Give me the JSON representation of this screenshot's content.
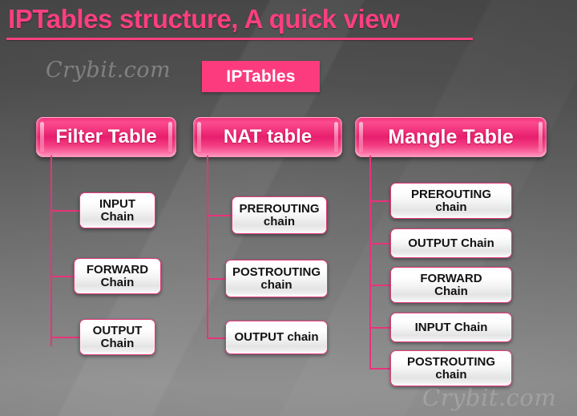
{
  "slide": {
    "title": "IPTables structure, A quick view",
    "watermark_top": "Crybit.com",
    "watermark_bottom": "Crybit.com",
    "root_label": "IPTables",
    "colors": {
      "accent_pink": "#fb3f80",
      "line_pink": "#e8337b",
      "box_border": "#e23a7c",
      "box_text": "#121212",
      "header_text": "#ffffff",
      "background_dark": "#464646",
      "background_light": "#909090"
    }
  },
  "tables": [
    {
      "id": "filter",
      "label": "Filter Table",
      "chains": [
        {
          "line1": "INPUT",
          "line2": "Chain",
          "text": "INPUT Chain"
        },
        {
          "line1": "FORWARD",
          "line2": "Chain",
          "text": "FORWARD Chain"
        },
        {
          "line1": "OUTPUT",
          "line2": "Chain",
          "text": "OUTPUT Chain"
        }
      ]
    },
    {
      "id": "nat",
      "label": "NAT table",
      "chains": [
        {
          "line1": "PREROUTING",
          "line2": "chain",
          "text": "PREROUTING chain"
        },
        {
          "line1": "POSTROUTING",
          "line2": "chain",
          "text": "POSTROUTING chain"
        },
        {
          "line1": "OUTPUT chain",
          "line2": "",
          "text": "OUTPUT chain"
        }
      ]
    },
    {
      "id": "mangle",
      "label": "Mangle Table",
      "chains": [
        {
          "line1": "PREROUTING",
          "line2": "chain",
          "text": "PREROUTING chain"
        },
        {
          "line1": "OUTPUT Chain",
          "line2": "",
          "text": "OUTPUT Chain"
        },
        {
          "line1": "FORWARD",
          "line2": "Chain",
          "text": "FORWARD Chain"
        },
        {
          "line1": "INPUT Chain",
          "line2": "",
          "text": "INPUT Chain"
        },
        {
          "line1": "POSTROUTING",
          "line2": "chain",
          "text": "POSTROUTING chain"
        }
      ]
    }
  ]
}
